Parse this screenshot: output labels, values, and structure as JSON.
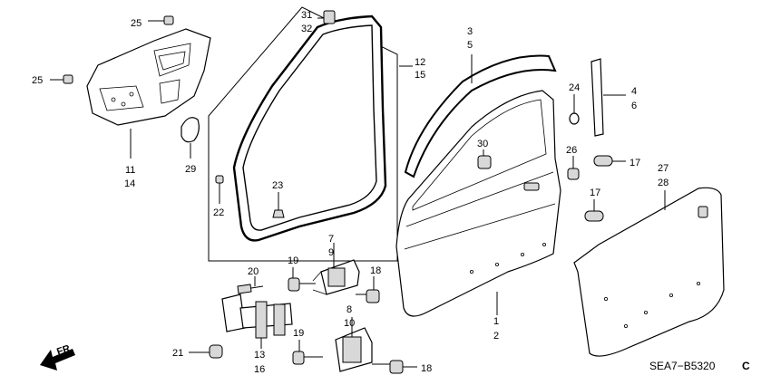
{
  "diagram": {
    "labels": {
      "l1": "1",
      "l2": "2",
      "l3": "3",
      "l4": "4",
      "l5": "5",
      "l6": "6",
      "l7": "7",
      "l8": "8",
      "l9": "9",
      "l10": "10",
      "l11": "11",
      "l12": "12",
      "l13": "13",
      "l14": "14",
      "l15": "15",
      "l16": "16",
      "l17a": "17",
      "l17b": "17",
      "l18a": "18",
      "l18b": "18",
      "l19a": "19",
      "l19b": "19",
      "l20": "20",
      "l21": "21",
      "l22": "22",
      "l23": "23",
      "l24": "24",
      "l25a": "25",
      "l25b": "25",
      "l26": "26",
      "l27": "27",
      "l28": "28",
      "l29": "29",
      "l30": "30",
      "l31": "31",
      "l32": "32"
    },
    "direction_label": "FR.",
    "diagram_code": "SEA7−B5320",
    "diagram_code_suffix": "C"
  }
}
